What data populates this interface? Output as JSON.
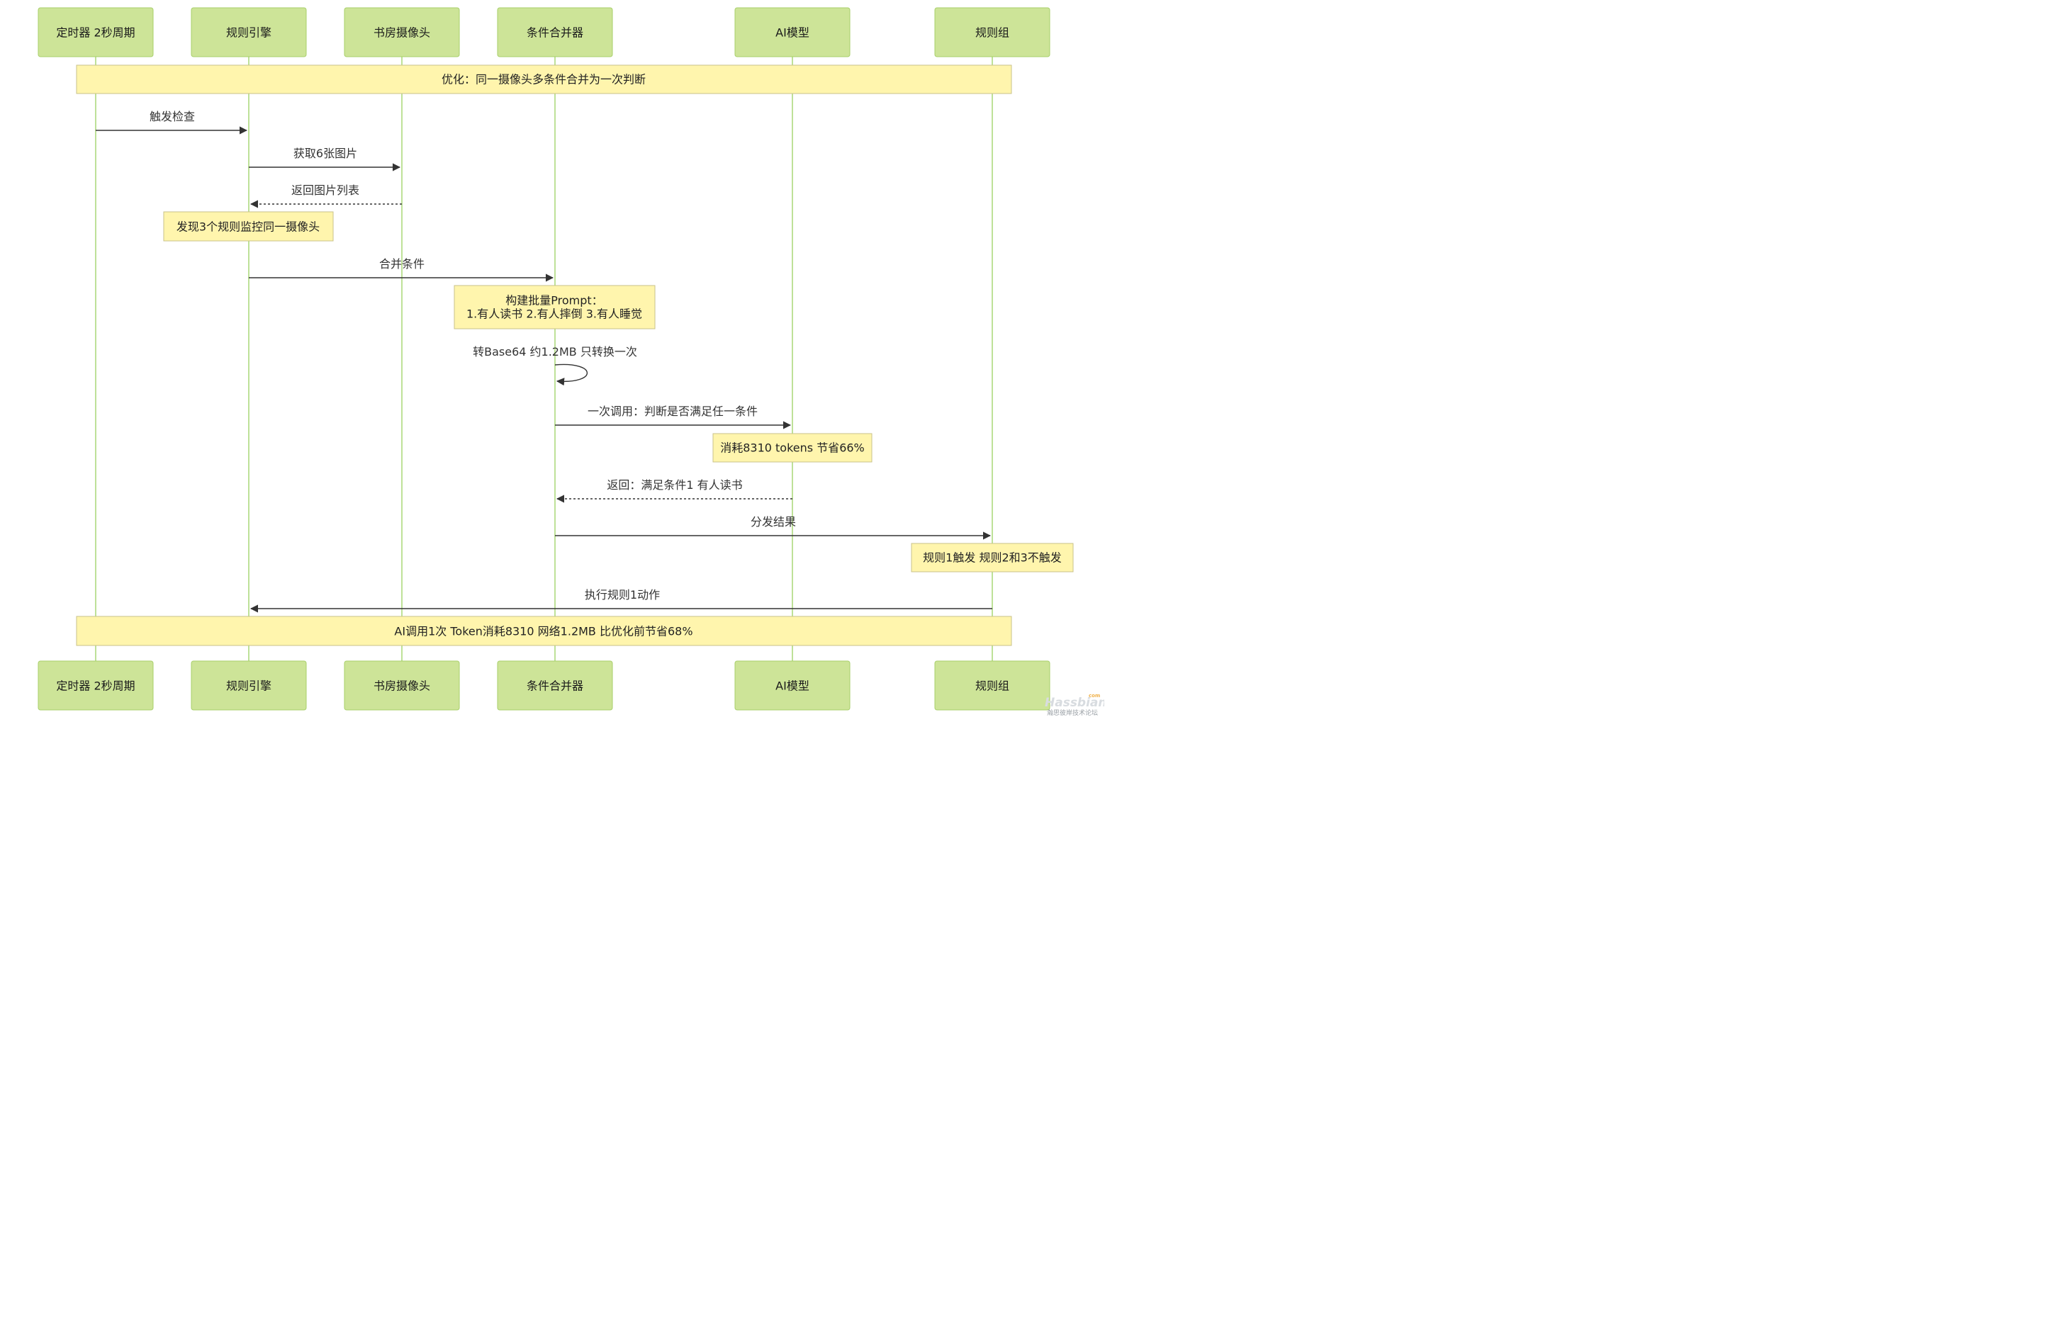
{
  "participants": [
    {
      "id": "timer",
      "label": "定时器 2秒周期"
    },
    {
      "id": "engine",
      "label": "规则引擎"
    },
    {
      "id": "camera",
      "label": "书房摄像头"
    },
    {
      "id": "merger",
      "label": "条件合并器"
    },
    {
      "id": "ai",
      "label": "AI模型"
    },
    {
      "id": "group",
      "label": "规则组"
    }
  ],
  "notes": {
    "top_banner": "优化：同一摄像头多条件合并为一次判断",
    "found_rules": "发现3个规则监控同一摄像头",
    "build_prompt_line1": "构建批量Prompt：",
    "build_prompt_line2": "1.有人读书 2.有人摔倒 3.有人睡觉",
    "tokens": "消耗8310 tokens 节省66%",
    "rule_result": "规则1触发 规则2和3不触发",
    "bottom_banner": "AI调用1次 Token消耗8310 网络1.2MB 比优化前节省68%"
  },
  "messages": [
    {
      "id": "m1",
      "from": "timer",
      "to": "engine",
      "text": "触发检查",
      "style": "solid"
    },
    {
      "id": "m2",
      "from": "engine",
      "to": "camera",
      "text": "获取6张图片",
      "style": "solid"
    },
    {
      "id": "m3",
      "from": "camera",
      "to": "engine",
      "text": "返回图片列表",
      "style": "dashed"
    },
    {
      "id": "m4",
      "from": "engine",
      "to": "merger",
      "text": "合并条件",
      "style": "solid"
    },
    {
      "id": "m5",
      "from": "merger",
      "to": "merger",
      "text": "转Base64 约1.2MB 只转换一次",
      "style": "self"
    },
    {
      "id": "m6",
      "from": "merger",
      "to": "ai",
      "text": "一次调用：判断是否满足任一条件",
      "style": "solid"
    },
    {
      "id": "m7",
      "from": "ai",
      "to": "merger",
      "text": "返回：满足条件1 有人读书",
      "style": "dashed"
    },
    {
      "id": "m8",
      "from": "merger",
      "to": "group",
      "text": "分发结果",
      "style": "solid"
    },
    {
      "id": "m9",
      "from": "group",
      "to": "engine",
      "text": "执行规则1动作",
      "style": "solid"
    }
  ],
  "watermark": {
    "brand": "Hassbian",
    "suffix": "com",
    "tagline": "瀚思彼岸技术论坛"
  }
}
